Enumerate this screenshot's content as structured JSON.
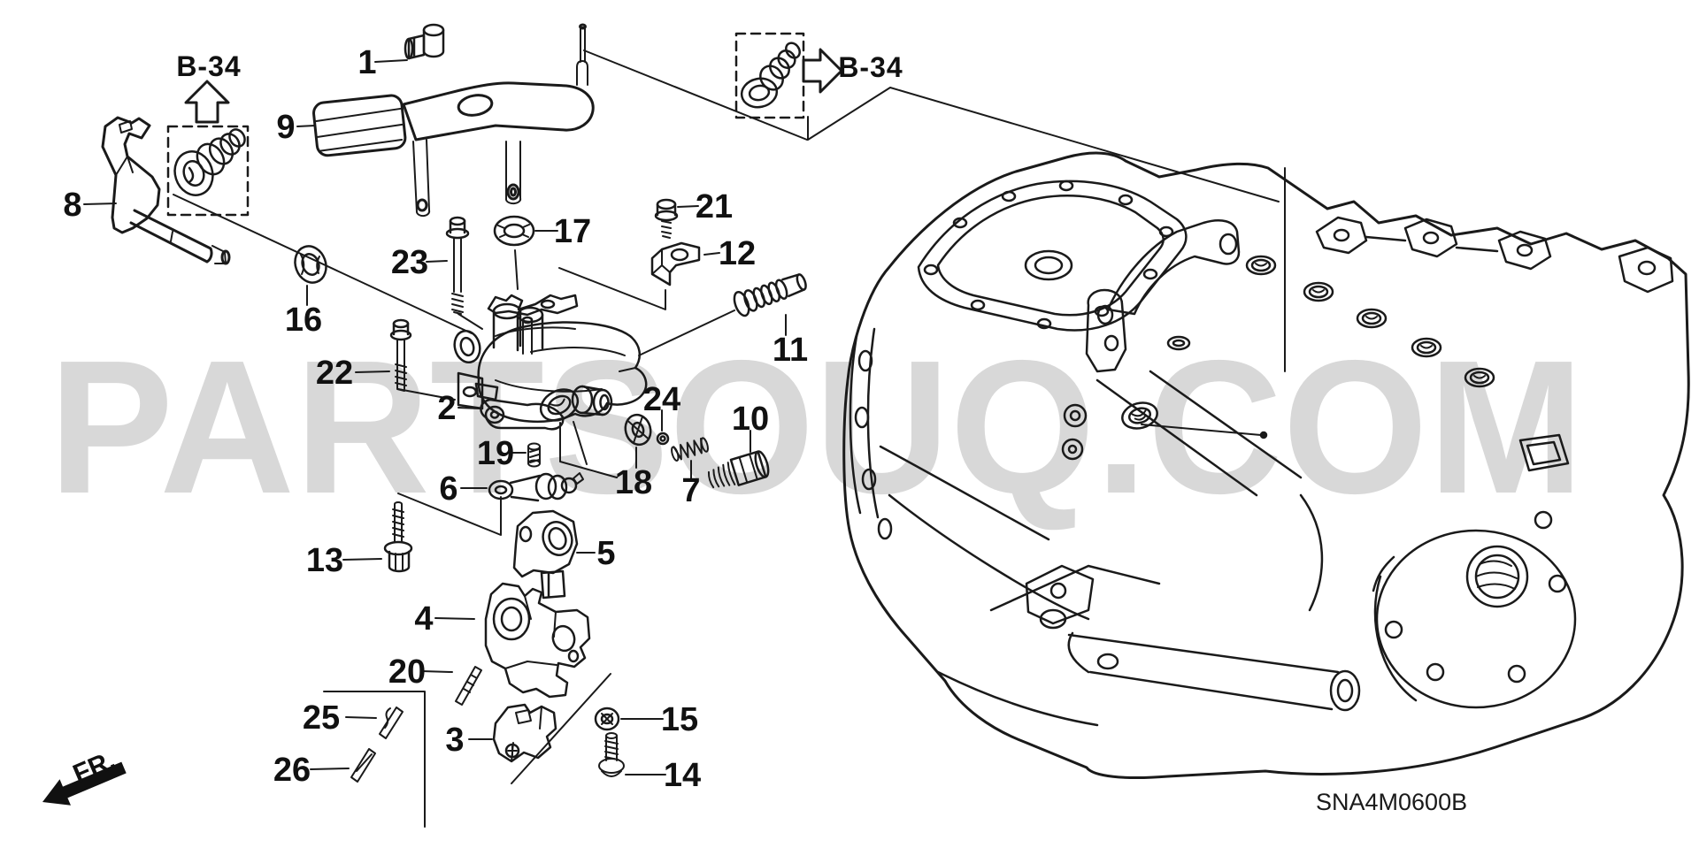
{
  "watermark": {
    "text": "PARTSOUQ.COM",
    "color": "#d8d8d8"
  },
  "footer": {
    "diagram_code": "SNA4M0600B"
  },
  "orientation": {
    "front_label": "FR."
  },
  "references": [
    {
      "label": "B-34"
    },
    {
      "label": "B-34"
    }
  ],
  "colors": {
    "line": "#1a1a1a",
    "watermark": "#d8d8d8",
    "background": "#ffffff"
  },
  "callouts": [
    {
      "number": "1"
    },
    {
      "number": "2"
    },
    {
      "number": "3"
    },
    {
      "number": "4"
    },
    {
      "number": "5"
    },
    {
      "number": "6"
    },
    {
      "number": "7"
    },
    {
      "number": "8"
    },
    {
      "number": "9"
    },
    {
      "number": "10"
    },
    {
      "number": "11"
    },
    {
      "number": "12"
    },
    {
      "number": "13"
    },
    {
      "number": "14"
    },
    {
      "number": "15"
    },
    {
      "number": "16"
    },
    {
      "number": "17"
    },
    {
      "number": "18"
    },
    {
      "number": "19"
    },
    {
      "number": "20"
    },
    {
      "number": "21"
    },
    {
      "number": "22"
    },
    {
      "number": "23"
    },
    {
      "number": "24"
    },
    {
      "number": "25"
    },
    {
      "number": "26"
    }
  ]
}
